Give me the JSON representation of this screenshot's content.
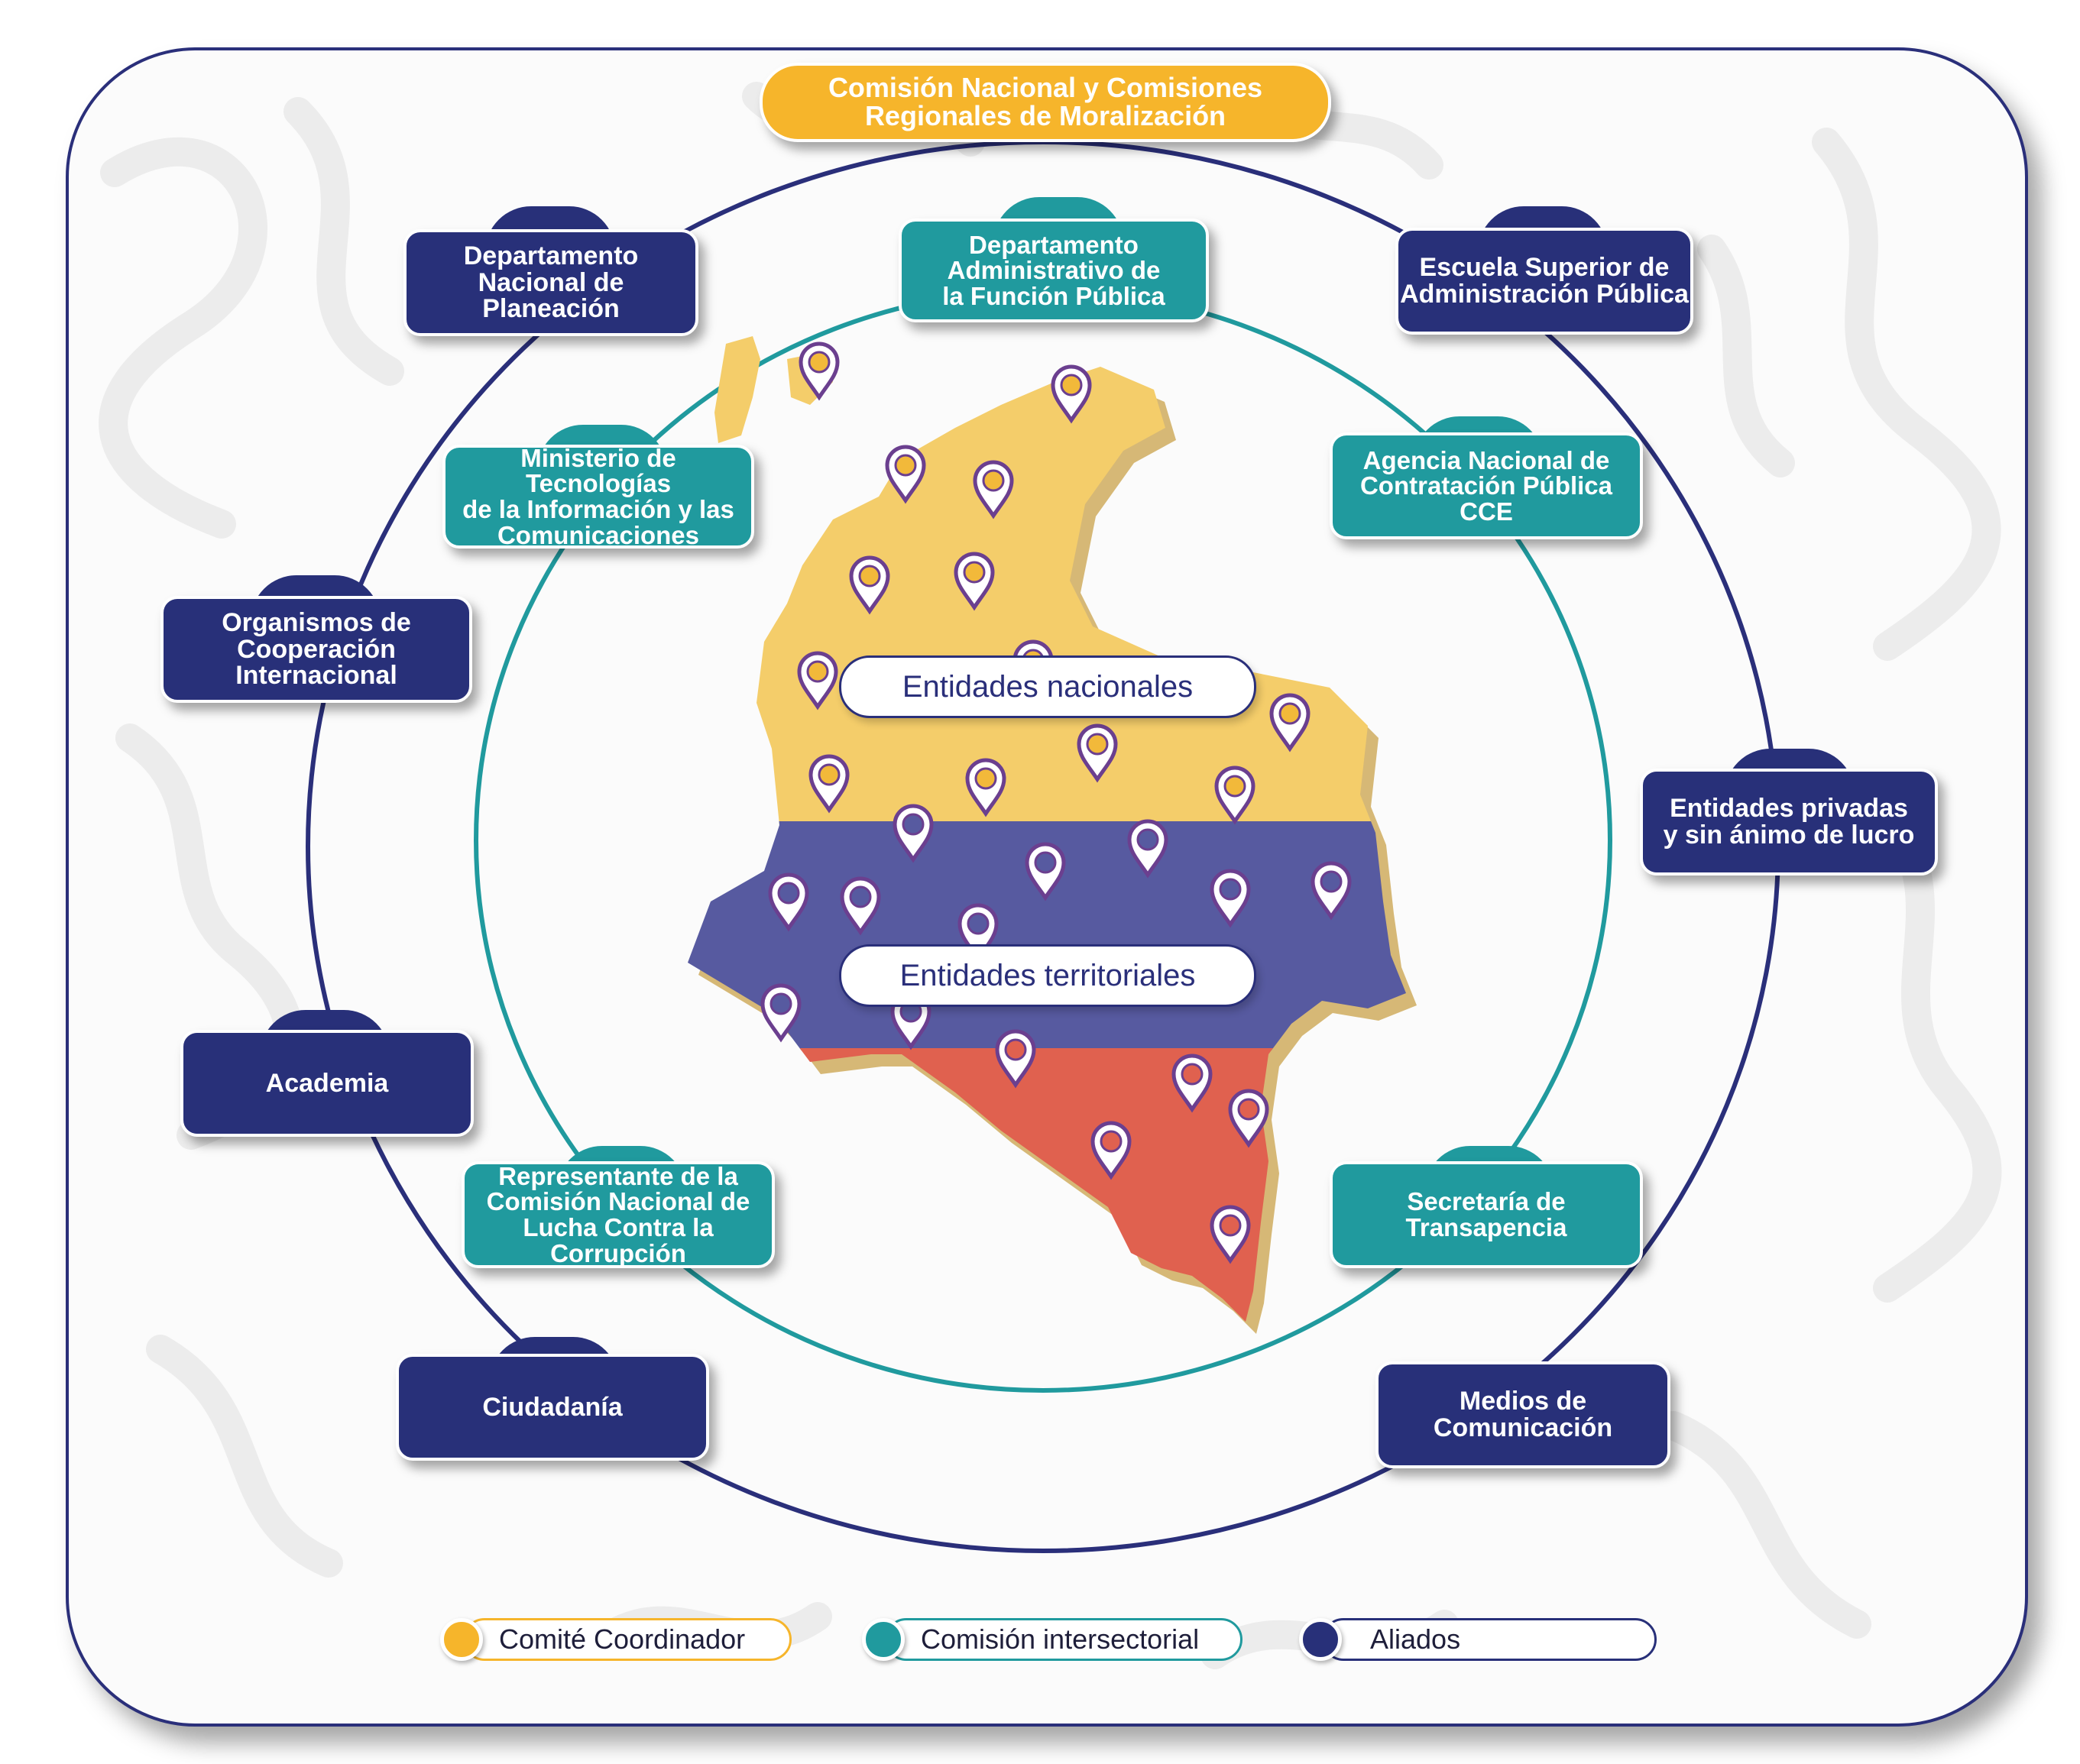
{
  "coordinator": {
    "title": "Comisión Nacional y Comisiones\nRegionales de Moralización"
  },
  "inner_nodes": [
    {
      "id": "dafp",
      "label": "Departamento\nAdministrativo de\nla Función Pública"
    },
    {
      "id": "mintic",
      "label": "Ministerio de Tecnologías\nde la Información y las\nComunicaciones"
    },
    {
      "id": "cce",
      "label": "Agencia Nacional de\nContratación Pública CCE"
    },
    {
      "id": "cnlcc",
      "label": "Representante de la\nComisión Nacional de\nLucha Contra la Corrupción"
    },
    {
      "id": "transparencia",
      "label": "Secretaría de\nTransapencia"
    }
  ],
  "outer_nodes": [
    {
      "id": "dnp",
      "label": "Departamento\nNacional de Planeación"
    },
    {
      "id": "esap",
      "label": "Escuela Superior de\nAdministración Pública"
    },
    {
      "id": "oci",
      "label": "Organismos de\nCooperación Internacional"
    },
    {
      "id": "privadas",
      "label": "Entidades privadas\ny sin ánimo de lucro"
    },
    {
      "id": "academia",
      "label": "Academia"
    },
    {
      "id": "ciudadania",
      "label": "Ciudadanía"
    },
    {
      "id": "medios",
      "label": "Medios de\nComunicación"
    }
  ],
  "map": {
    "national_label": "Entidades nacionales",
    "territorial_label": "Entidades territoriales"
  },
  "legend": [
    {
      "label": "Comité Coordinador",
      "color": "#f6b52b"
    },
    {
      "label": "Comisión intersectorial",
      "color": "#209a9e"
    },
    {
      "label": "Aliados",
      "color": "#283079"
    }
  ],
  "colors": {
    "aliados": "#283079",
    "intersectorial": "#209a9e",
    "coordinador": "#f6b52b",
    "map_yellow": "#f4cd6a",
    "map_blue": "#575aa0",
    "map_red": "#e0614f",
    "pin": "#6b3f8f"
  }
}
